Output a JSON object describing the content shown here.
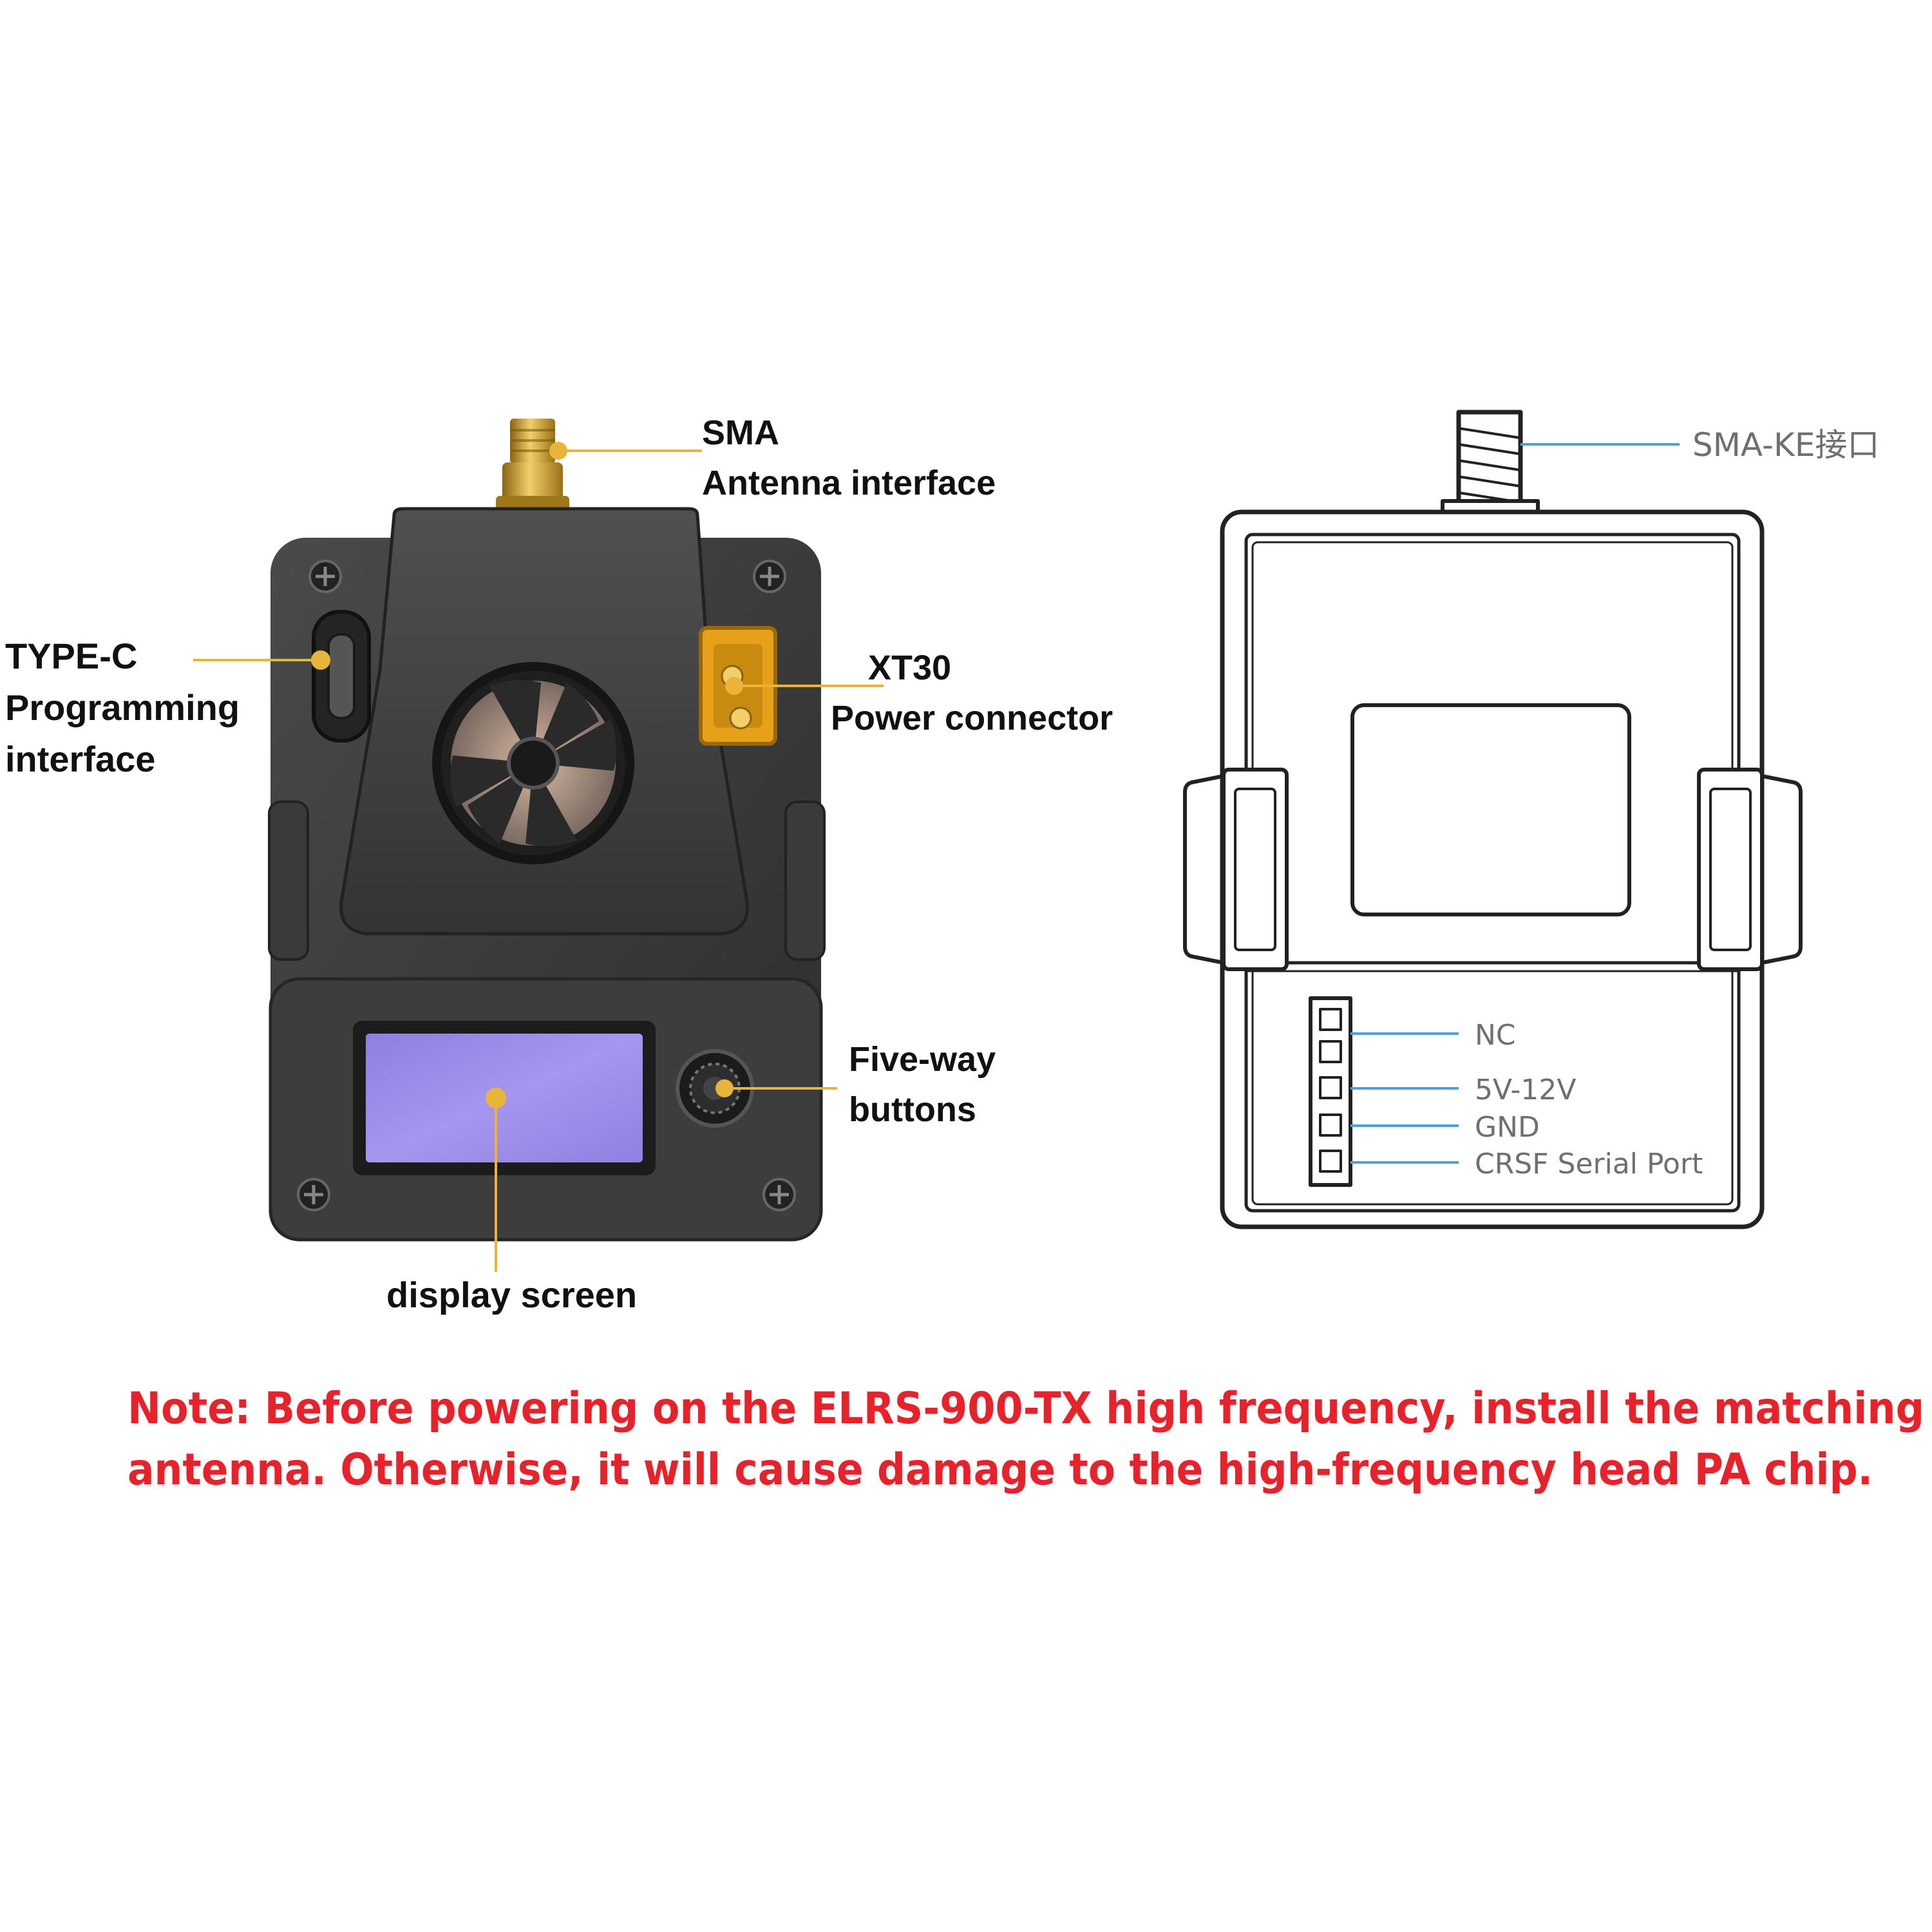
{
  "colors": {
    "leader_gold": "#e8b53a",
    "leader_blue": "#4aa3d8",
    "note_red": "#e8222a",
    "device_body": "#3b3b3b",
    "screen_purple": "#9a8ae6",
    "sma_gold": "#c99a2a",
    "xt30_yellow": "#e6a019"
  },
  "device_labels": {
    "sma_line1": "SMA",
    "sma_line2": "Antenna interface",
    "typec_line1": "TYPE-C",
    "typec_line2": "Programming",
    "typec_line3": "interface",
    "xt30_line1": "XT30",
    "xt30_line2": "Power connector",
    "fiveway_line1": "Five-way",
    "fiveway_line2": "buttons",
    "display": "display screen"
  },
  "schematic_labels": {
    "sma_ke": "SMA-KE接口",
    "pins": [
      "NC",
      "5V-12V",
      "GND",
      "CRSF Serial Port"
    ]
  },
  "note": {
    "line1": "Note: Before powering on the ELRS-900-TX high frequency, install the matching",
    "line2": "antenna. Otherwise, it will cause damage to the high-frequency head PA chip."
  },
  "icons": {
    "fan": "fan-icon",
    "screw": "screw-icon",
    "usb_c": "usb-c-port-icon",
    "xt30": "xt30-connector-icon",
    "joystick": "five-way-button-icon",
    "sma": "sma-connector-icon"
  }
}
